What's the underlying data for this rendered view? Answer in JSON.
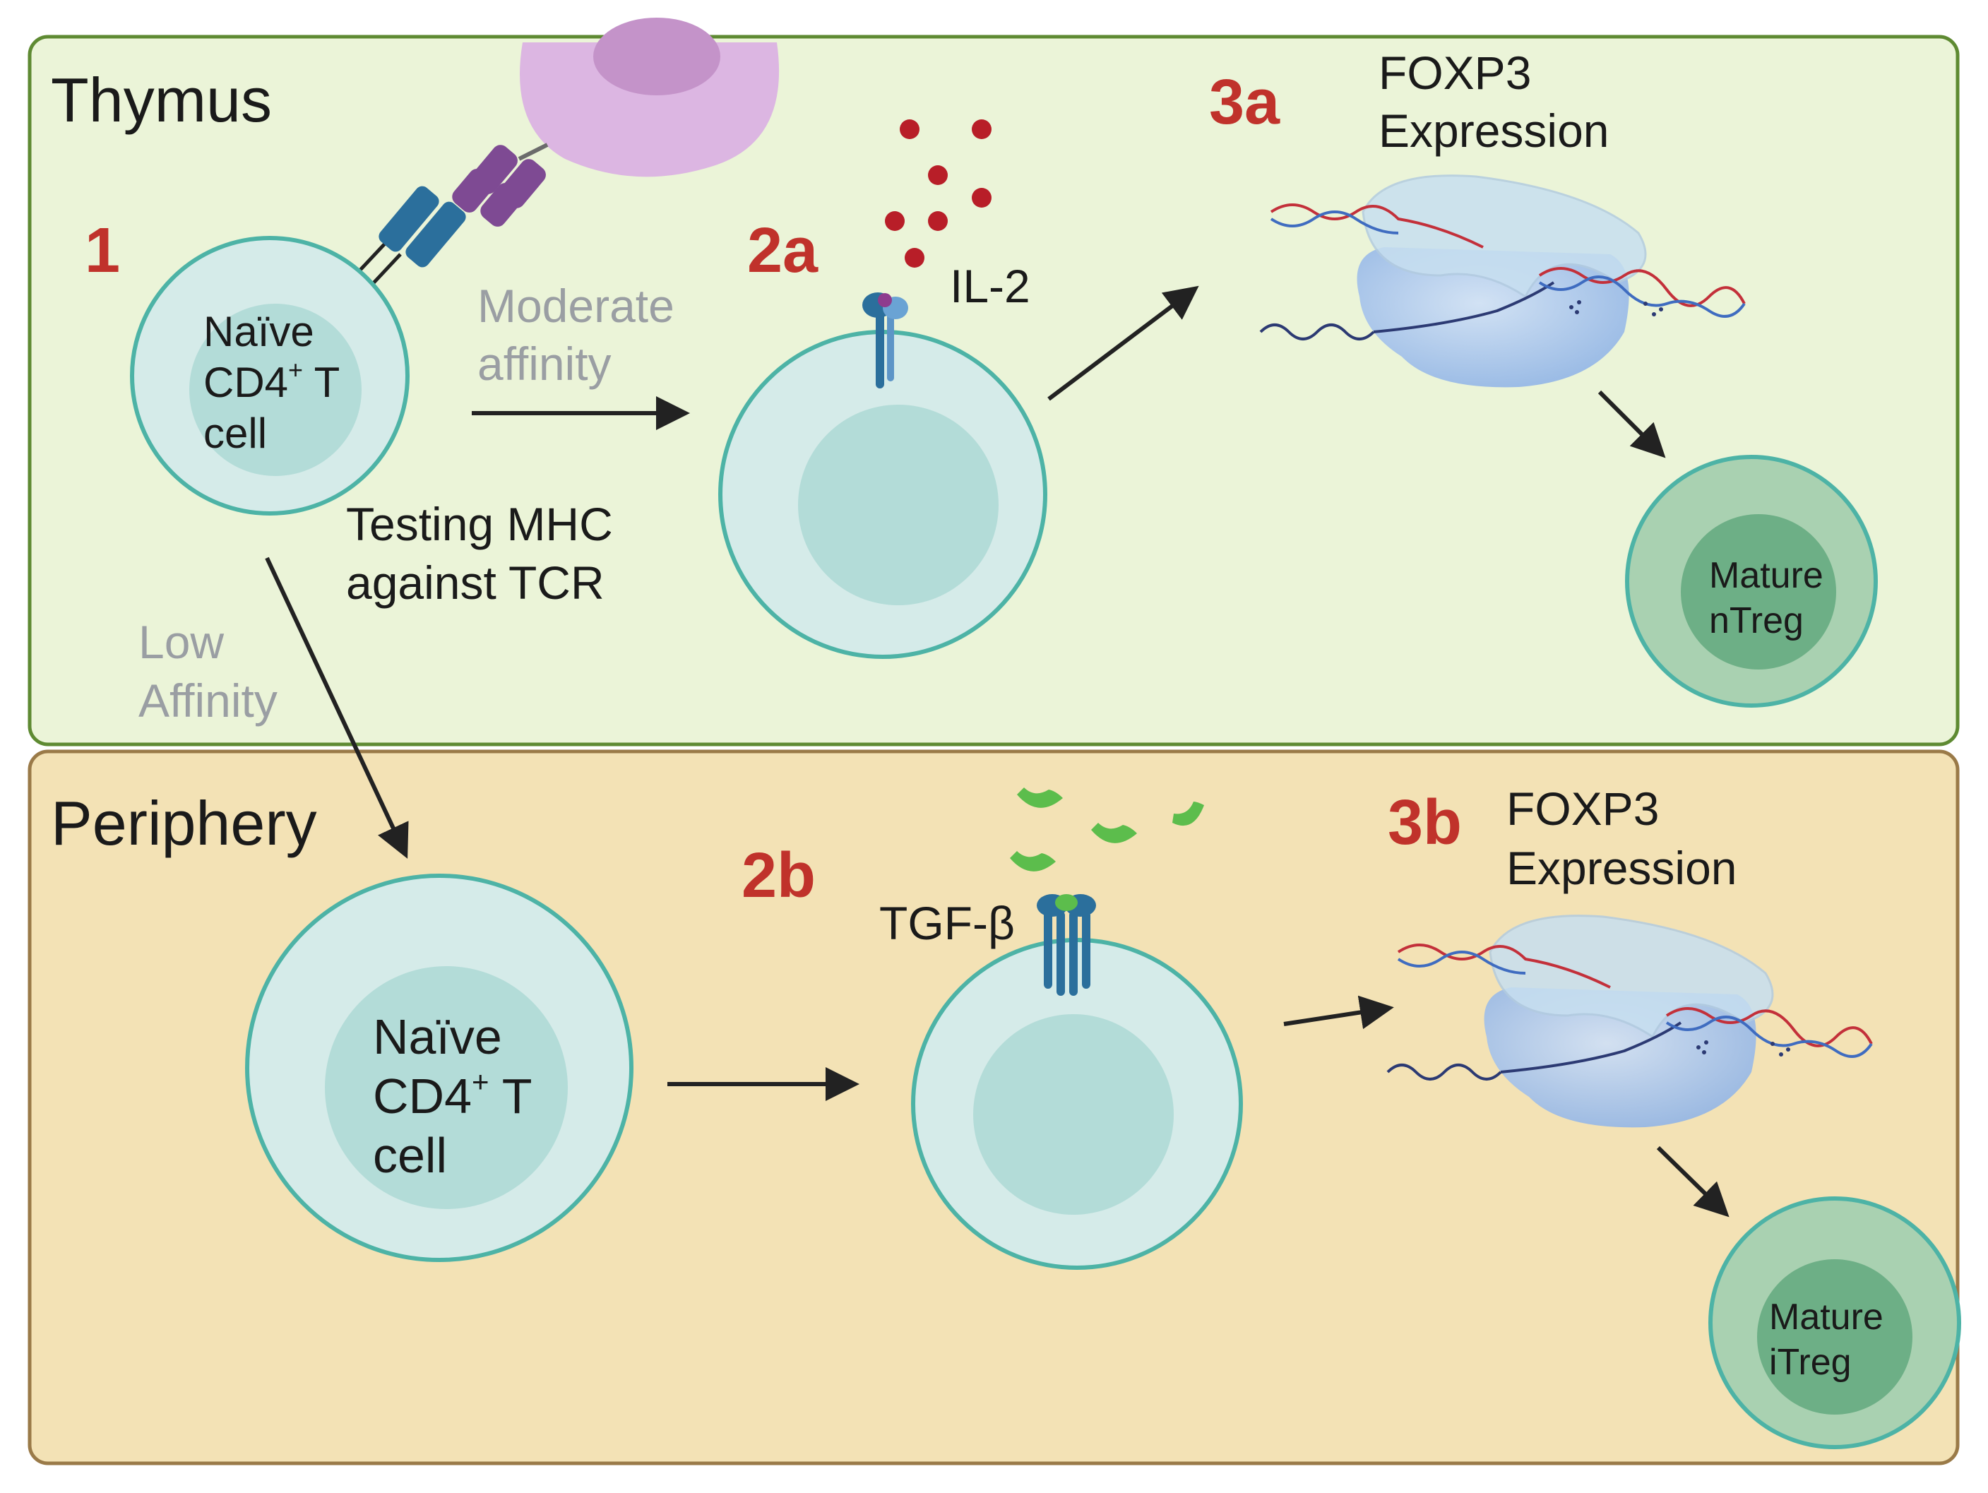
{
  "regions": {
    "thymus": {
      "title": "Thymus",
      "fill": "#ebf4d8",
      "stroke": "#5e8a32"
    },
    "periphery": {
      "title": "Periphery",
      "fill": "#f3e2b5",
      "stroke": "#9a7a48"
    }
  },
  "steps": {
    "s1": "1",
    "s2a": "2a",
    "s2b": "2b",
    "s3a": "3a",
    "s3b": "3b"
  },
  "cells": {
    "naive_thymus": {
      "line1": "Naïve",
      "line2": "CD4",
      "sup": "+",
      "line2b": " T",
      "line3": "cell"
    },
    "naive_periphery": {
      "line1": "Naïve",
      "line2": "CD4",
      "sup": "+",
      "line2b": " T",
      "line3": "cell"
    },
    "mature_ntreg": {
      "line1": "Mature",
      "line2": "nTreg"
    },
    "mature_itreg": {
      "line1": "Mature",
      "line2": "iTreg"
    }
  },
  "labels": {
    "testing_line1": "Testing MHC",
    "testing_line2": "against TCR",
    "moderate_line1": "Moderate",
    "moderate_line2": "affinity",
    "low_line1": "Low",
    "low_line2": "Affinity",
    "il2": "IL-2",
    "tgfb": "TGF-β",
    "foxp3a_line1": "FOXP3",
    "foxp3a_line2": "Expression",
    "foxp3b_line1": "FOXP3",
    "foxp3b_line2": "Expression"
  },
  "colors": {
    "cell_outer": "#d5ebe9",
    "cell_inner": "#b3dcd8",
    "cell_stroke": "#4db3a6",
    "mature_outer": "#a9d1b1",
    "mature_inner": "#6daf86",
    "apc": "#dcb6e2",
    "apc_nucleus": "#c493c9",
    "mhc": "#7e4a93",
    "tcr": "#2b6f9c",
    "il2": "#b81e28",
    "tgfb": "#5cbd4c",
    "step_red": "#c0322b"
  }
}
